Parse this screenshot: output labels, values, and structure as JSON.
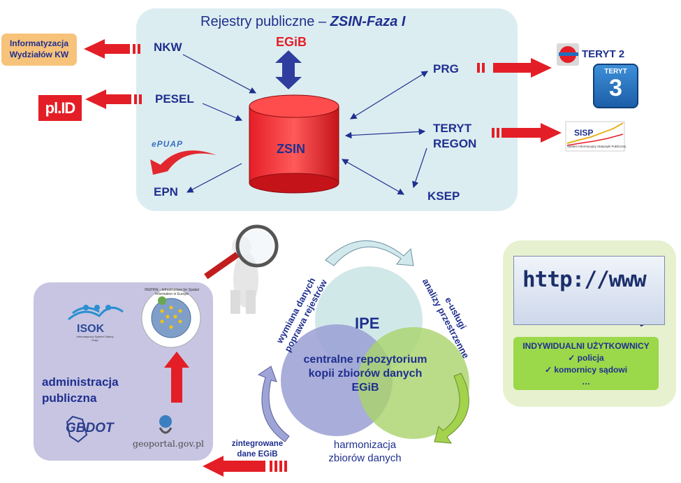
{
  "title": {
    "prefix": "Rejestry publiczne – ",
    "emph": "ZSIN-Faza I"
  },
  "registers": {
    "nkw": "NKW",
    "pesel": "PESEL",
    "epn": "EPN",
    "egib": "EGiB",
    "zsin": "ZSIN",
    "prg": "PRG",
    "teryt_regon": [
      "TERYT",
      "REGON"
    ],
    "ksep": "KSEP"
  },
  "external": {
    "kw_box": "Informatyzacja\nWydziałów KW",
    "plid": "pl.ID",
    "teryt2": "TERYT 2",
    "teryt3": {
      "top": "TERYT",
      "num": "3"
    },
    "sisp": "SISP",
    "sisp_sub": "System Informacyjny Statystyki Publicznej",
    "epuap": "ePUAP"
  },
  "ipe": {
    "title": "IPE",
    "center": [
      "centralne repozytorium",
      "kopii zbiorów danych",
      "EGiB"
    ],
    "left_arc": [
      "wymiana danych",
      "poprawa rejestrów"
    ],
    "right_arc": [
      "e-usługi",
      "analizy przestrzenne"
    ],
    "bottom": [
      "harmonizacja",
      "zbiorów danych"
    ],
    "integrated": [
      "zintegrowane",
      "dane EGiB"
    ]
  },
  "admin": {
    "label": [
      "administracja",
      "publiczna"
    ],
    "isok": "ISOK",
    "isok_sub": "Informatyczny System Osłony Kraju",
    "inspire": "INSPIRE - Infrastructure for Spatial Information in Europe",
    "gbdot": "GBDOT",
    "geoportal": "geoportal.gov.pl"
  },
  "users": {
    "http": "http://www",
    "title": "INDYWIDUALNI UŻYTKOWNICY",
    "items": [
      "✓ policja",
      "✓ komornicy sądowi",
      "…"
    ]
  },
  "colors": {
    "accent_blue": "#1f2f8f",
    "arrow_red": "#e41e26",
    "panel_top": "#dcedf1",
    "panel_admin": "#c7c5e2",
    "panel_users": "#e7f1cf"
  }
}
